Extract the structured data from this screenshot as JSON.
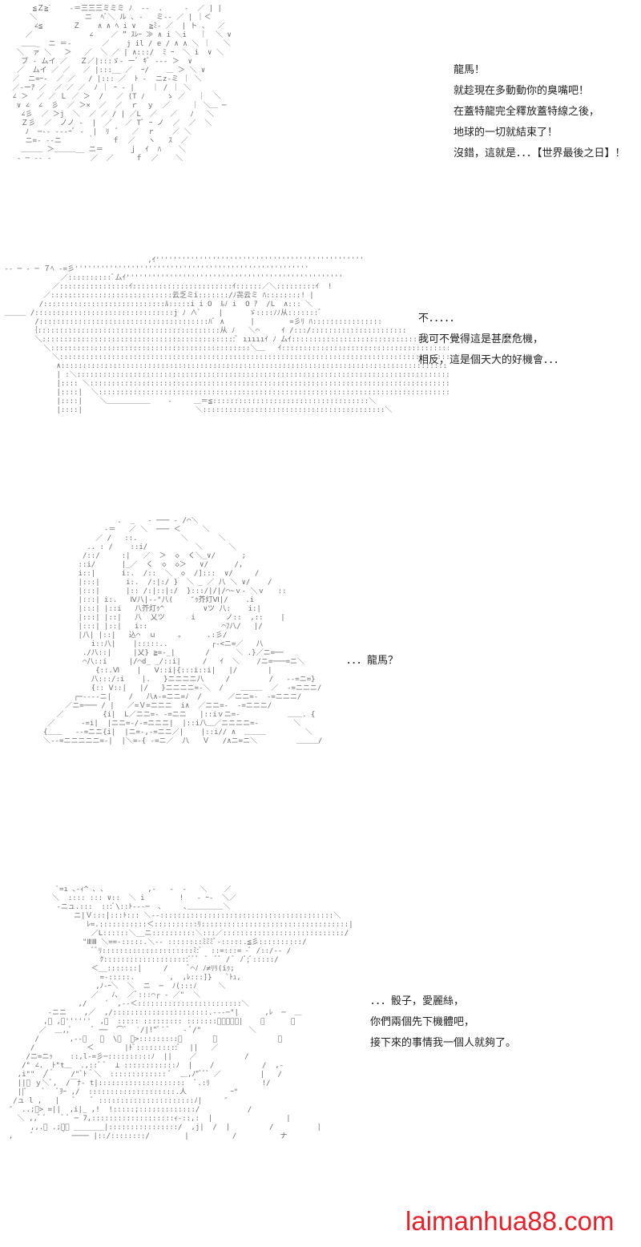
{
  "panels": [
    {
      "id": "panel-1",
      "lines": [
        "龍馬！",
        "就趁現在多動動你的臭嘴吧！",
        "在蓋特龍完全釋放蓋特線之後，",
        "地球的一切就結束了！",
        "沒錯，這就是．．．【世界最後之日】！"
      ]
    },
    {
      "id": "panel-2",
      "lines": [
        "不．．．．．",
        "我可不覺得這是甚麼危機，",
        "相反，這是個天大的好機會．．．"
      ]
    },
    {
      "id": "panel-3",
      "lines": [
        "．．．龍馬？"
      ]
    },
    {
      "id": "panel-4",
      "lines": [
        "．．．骰子，愛麗絲，",
        "你們兩個先下機體吧，",
        "接下來的事情我一個人就夠了。"
      ]
    }
  ],
  "watermark": {
    "text": "laimanhua88.com",
    "color": "#e8202a"
  }
}
